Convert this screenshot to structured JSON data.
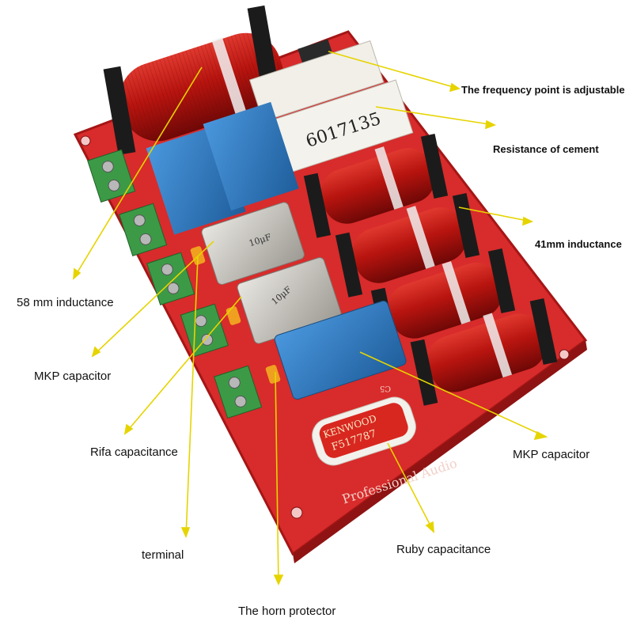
{
  "labels": {
    "frequency_point": "The frequency point is adjustable",
    "cement_resistance": "Resistance of cement",
    "inductance_41mm": "41mm inductance",
    "inductance_58mm": "58 mm inductance",
    "mkp_capacitor_left": "MKP capacitor",
    "rifa_capacitance": "Rifa capacitance",
    "terminal": "terminal",
    "mkp_capacitor_right": "MKP capacitor",
    "ruby_capacitance": "Ruby capacitance",
    "horn_protector": "The horn protector"
  },
  "markings": {
    "resistor_code": "6017135",
    "cap1_value": "10μF",
    "cap2_value": "10μF",
    "ruby_brand": "KENWOOD",
    "ruby_code": "F517787",
    "board_text": "Professional Audio",
    "board_ref": "C5"
  },
  "colors": {
    "board": "#d82b2b",
    "coil": "#b8140f",
    "terminal": "#3c9a46",
    "mkp_cap": "#2f7fc7",
    "leader": "#e6d400"
  }
}
